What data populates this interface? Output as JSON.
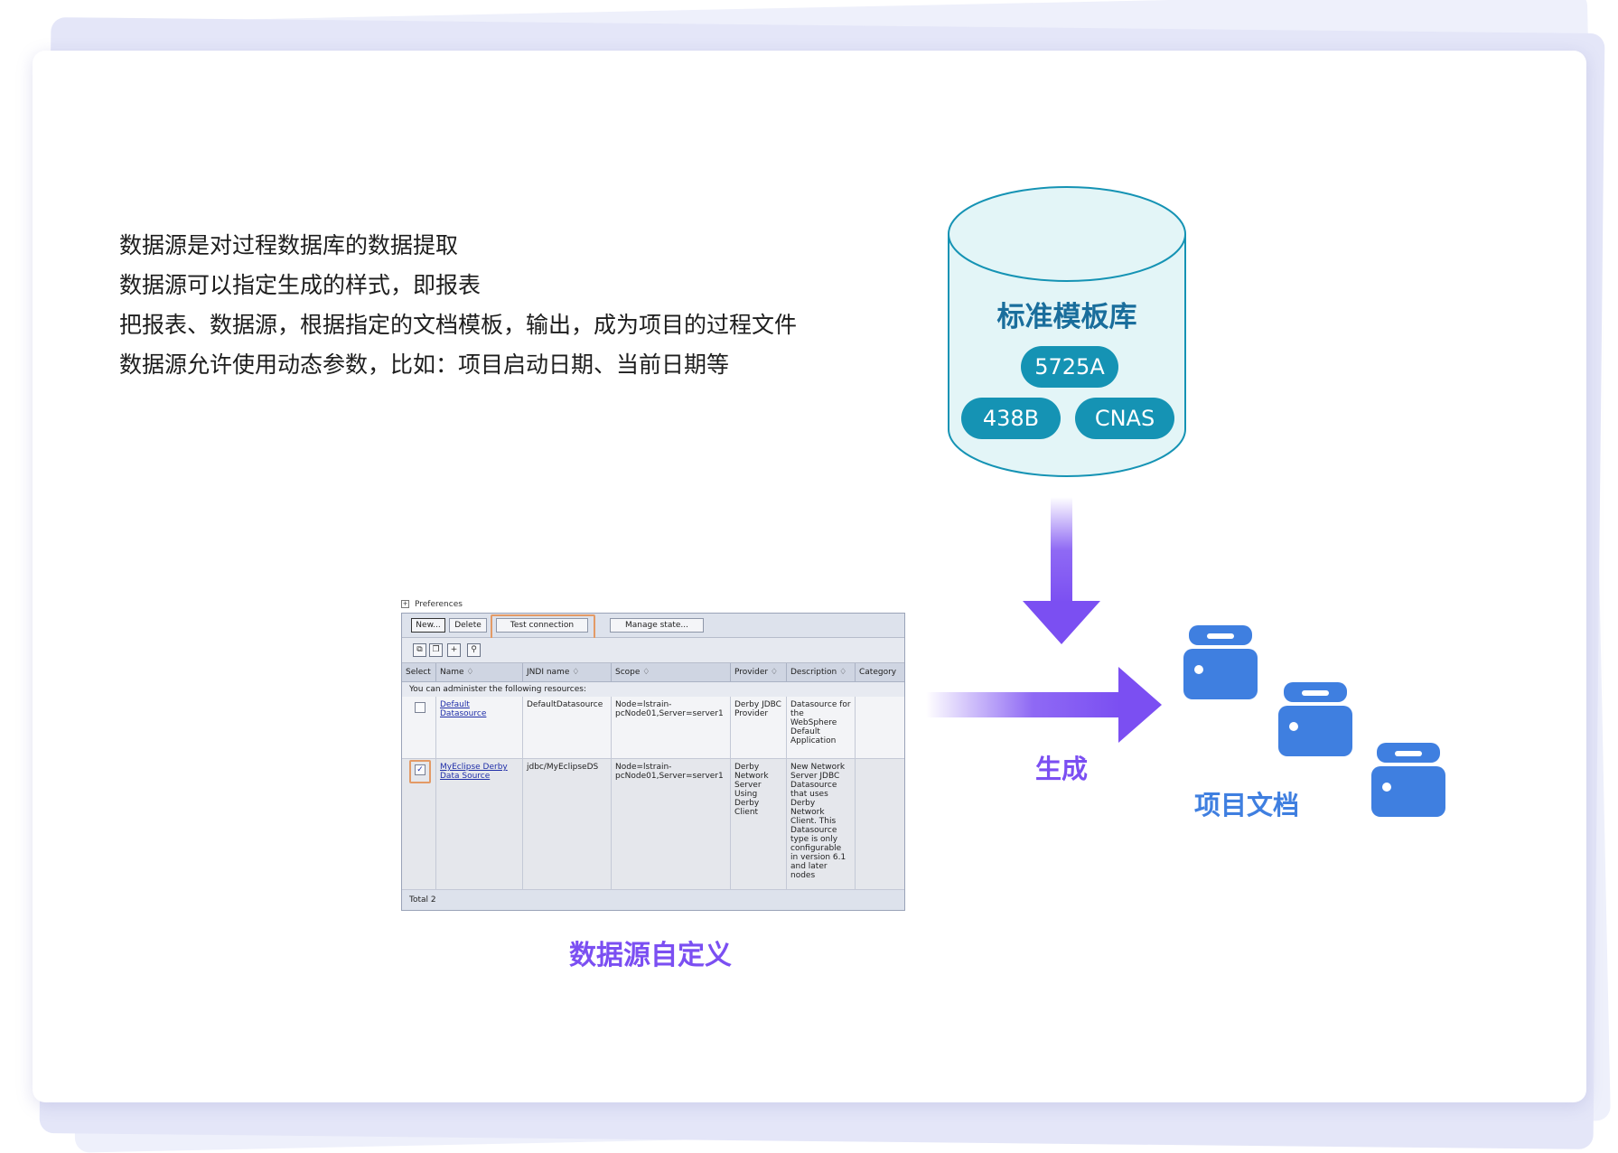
{
  "intro_lines": [
    "数据源是对过程数据库的数据提取",
    "数据源可以指定生成的样式，即报表",
    "把报表、数据源，根据指定的文档模板，输出，成为项目的过程文件",
    "数据源允许使用动态参数，比如：项目启动日期、当前日期等"
  ],
  "database": {
    "title": "标准模板库",
    "pills": [
      "5725A",
      "438B",
      "CNAS"
    ]
  },
  "labels": {
    "generate": "生成",
    "project_docs": "项目文档",
    "datasource_custom": "数据源自定义"
  },
  "colors": {
    "accent_purple": "#7b4ff2",
    "doc_blue": "#3f7fe0",
    "pill_teal": "#1593b4",
    "db_fill": "#e3f5f7",
    "db_title": "#1a6e9c"
  },
  "preferences": {
    "header": "Preferences",
    "buttons": {
      "new": "New...",
      "delete": "Delete",
      "test": "Test connection",
      "manage": "Manage state..."
    },
    "iconbar": [
      "copy-icon",
      "paste-icon",
      "add-icon",
      "filter-icon"
    ],
    "columns": [
      "Select",
      "Name ♢",
      "JNDI name ♢",
      "Scope ♢",
      "Provider ♢",
      "Description ♢",
      "Category ♢"
    ],
    "intro": "You can administer the following resources:",
    "rows": [
      {
        "checked": false,
        "name": "Default Datasource",
        "jndi": "DefaultDatasource",
        "scope": "Node=lstrain-pcNode01,Server=server1",
        "provider": "Derby JDBC Provider",
        "description": "Datasource for the WebSphere Default Application",
        "category": ""
      },
      {
        "checked": true,
        "name": "MyEclipse Derby Data Source",
        "jndi": "jdbc/MyEclipseDS",
        "scope": "Node=lstrain-pcNode01,Server=server1",
        "provider": "Derby Network Server Using Derby Client",
        "description": "New Network Server JDBC Datasource that uses Derby Network Client. This Datasource type is only configurable in version 6.1 and later nodes",
        "category": ""
      }
    ],
    "total": "Total 2",
    "check_mark": "✓"
  }
}
